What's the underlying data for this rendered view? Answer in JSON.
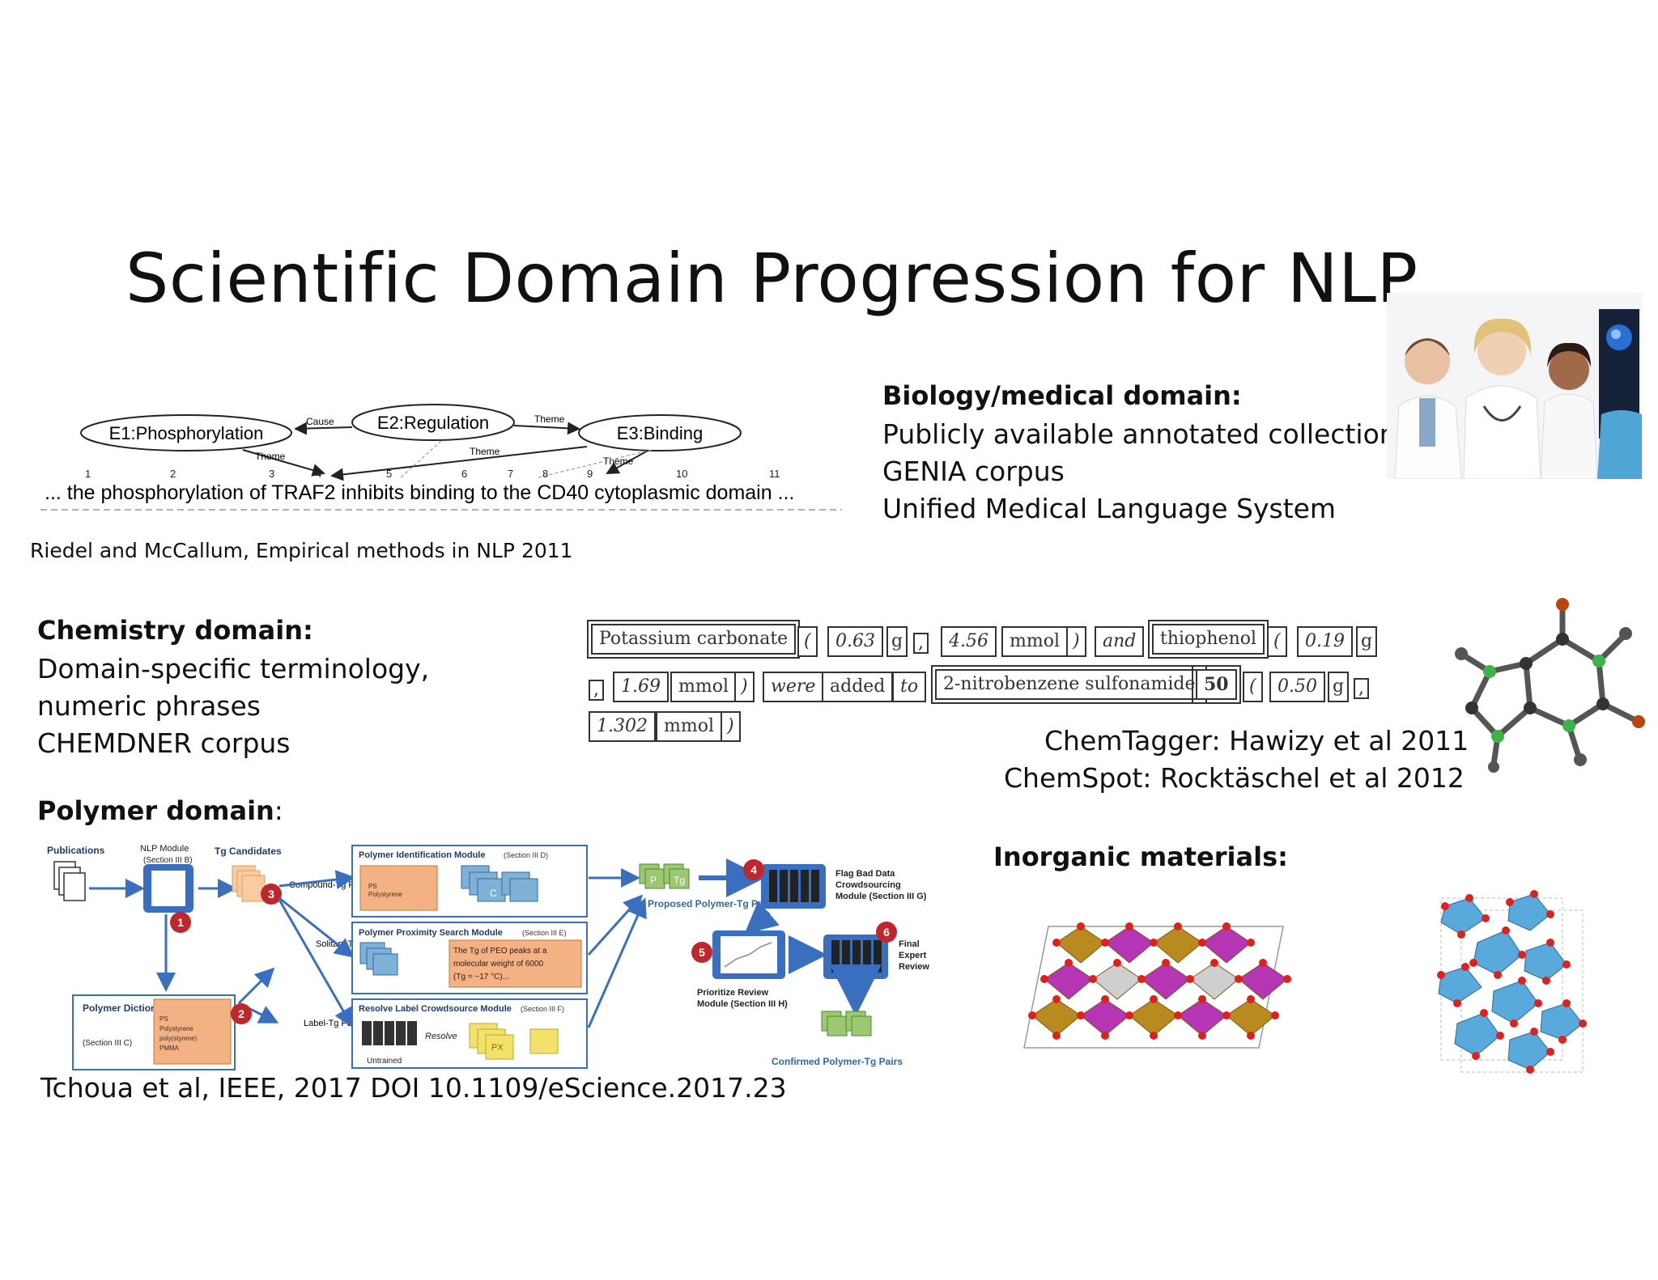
{
  "slide": {
    "title": "Scientific Domain Progression for NLP"
  },
  "biology": {
    "heading": "Biology/medical domain:",
    "lines": [
      "Publicly available annotated collections",
      "GENIA corpus",
      "Unified Medical Language System"
    ],
    "event_figure": {
      "events": [
        "E1:Phosphorylation",
        "E2:Regulation",
        "E3:Binding"
      ],
      "edges": [
        "Cause",
        "Theme",
        "Theme",
        "Theme",
        "Theme"
      ],
      "indices": [
        "1",
        "2",
        "3",
        "4",
        "5",
        "6",
        "7",
        "8",
        "9",
        "10",
        "11"
      ],
      "sentence": "... the phosphorylation of TRAF2 inhibits binding to the CD40 cytoplasmic domain ..."
    },
    "citation": "Riedel and McCallum, Empirical methods in NLP 2011"
  },
  "chemistry": {
    "heading": "Chemistry domain:",
    "lines": [
      "Domain-specific terminology,",
      "numeric phrases",
      "CHEMDNER corpus"
    ],
    "tokens_row1": [
      "Potassium carbonate",
      "(",
      "0.63",
      "g",
      ",",
      "4.56",
      "mmol",
      ")",
      "and",
      "thiophenol",
      "(",
      "0.19",
      "g"
    ],
    "tokens_row2": [
      ",",
      "1.69",
      "mmol",
      ")",
      "were",
      "added",
      "to",
      "2-nitrobenzene sulfonamide",
      "50",
      "(",
      "0.50",
      "g",
      ","
    ],
    "tokens_row3": [
      "1.302",
      "mmol",
      ")"
    ],
    "citations": [
      "ChemTagger: Hawizy et al 2011",
      "ChemSpot: Rocktäschel et al  2012"
    ]
  },
  "polymer": {
    "heading": "Polymer domain",
    "heading_suffix": ":",
    "diagram": {
      "publications": "Publications",
      "nlp_module": "NLP Module",
      "nlp_module_sec": "(Section III B)",
      "tg_candidates": "Tg Candidates",
      "compound_pairs": "Compound-Tg Pairs",
      "solitary": "Solitary Tgs",
      "label_pairs": "Label-Tg Pairs",
      "dict_module": "Polymer Dictionary Module",
      "dict_sec": "(Section III C)",
      "dict_rows": [
        "PS",
        "Polystyrene",
        "poly(styrene)",
        "PMMA"
      ],
      "id_module": "Polymer Identification Module",
      "id_sec": "(Section III D)",
      "id_rows": [
        "PS",
        "Polystyrene"
      ],
      "prox_module": "Polymer Proximity Search Module",
      "prox_sec": "(Section III E)",
      "prox_text": [
        "The Tg of PEO peaks at a",
        "molecular weight of 6000",
        "(Tg = −17 °C)..."
      ],
      "label_module": "Resolve Label Crowdsource Module",
      "label_sec": "(Section III F)",
      "resolve": "Resolve",
      "untrained": "Untrained",
      "px": "PX",
      "proposed": "Proposed Polymer-Tg Pairs",
      "flag": [
        "Flag Bad Data",
        "Crowdsourcing",
        "Module (Section III G)"
      ],
      "prioritize": [
        "Prioritize Review",
        "Module (Section III H)"
      ],
      "final": [
        "Final",
        "Expert",
        "Review"
      ],
      "confirmed": "Confirmed Polymer-Tg Pairs",
      "steps": [
        "1",
        "2",
        "3",
        "4",
        "5",
        "6"
      ],
      "p_label": "P",
      "tg_label": "Tg",
      "c_label": "C"
    },
    "citation": "Tchoua et al, IEEE, 2017 DOI 10.1109/eScience.2017.23"
  },
  "inorganic": {
    "heading": "Inorganic materials:"
  },
  "colors": {
    "accent_blue": "#3a6fbf",
    "module_red": "#c0272d",
    "orange_box": "#f4b183",
    "green": "#8fbf6a",
    "purple": "#b535b5",
    "bronze": "#b98a1f",
    "cyan": "#5aa9dc"
  }
}
